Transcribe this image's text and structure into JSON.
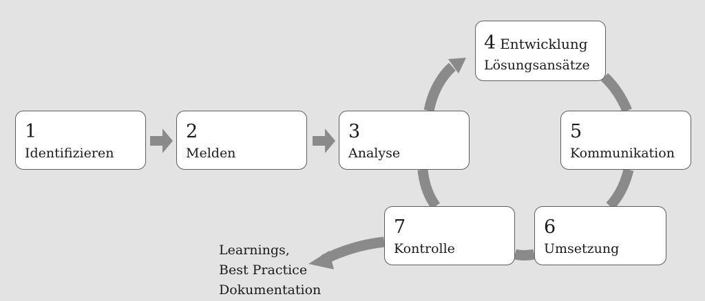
{
  "colors": {
    "background": "#e3e3e3",
    "box_fill": "#ffffff",
    "box_border": "#5c5c5c",
    "arrow": "#8a8a8a",
    "text": "#1a1a1a"
  },
  "steps": [
    {
      "number": "1",
      "label": "Identifizieren"
    },
    {
      "number": "2",
      "label": "Melden"
    },
    {
      "number": "3",
      "label": "Analyse"
    },
    {
      "number": "4",
      "label": "Entwicklung",
      "label2": "Lösungsansätze"
    },
    {
      "number": "5",
      "label": "Kommunikation"
    },
    {
      "number": "6",
      "label": "Umsetzung"
    },
    {
      "number": "7",
      "label": "Kontrolle"
    }
  ],
  "outcome": {
    "lines": [
      "Learnings,",
      "Best Practice",
      "Dokumentation"
    ]
  },
  "connections": [
    {
      "from": "1",
      "to": "2"
    },
    {
      "from": "2",
      "to": "3"
    },
    {
      "from": "3",
      "to": "4"
    },
    {
      "from": "4",
      "to": "5"
    },
    {
      "from": "5",
      "to": "6"
    },
    {
      "from": "6",
      "to": "7"
    },
    {
      "from": "7",
      "to": "3"
    },
    {
      "from": "7",
      "to": "outcome"
    }
  ]
}
